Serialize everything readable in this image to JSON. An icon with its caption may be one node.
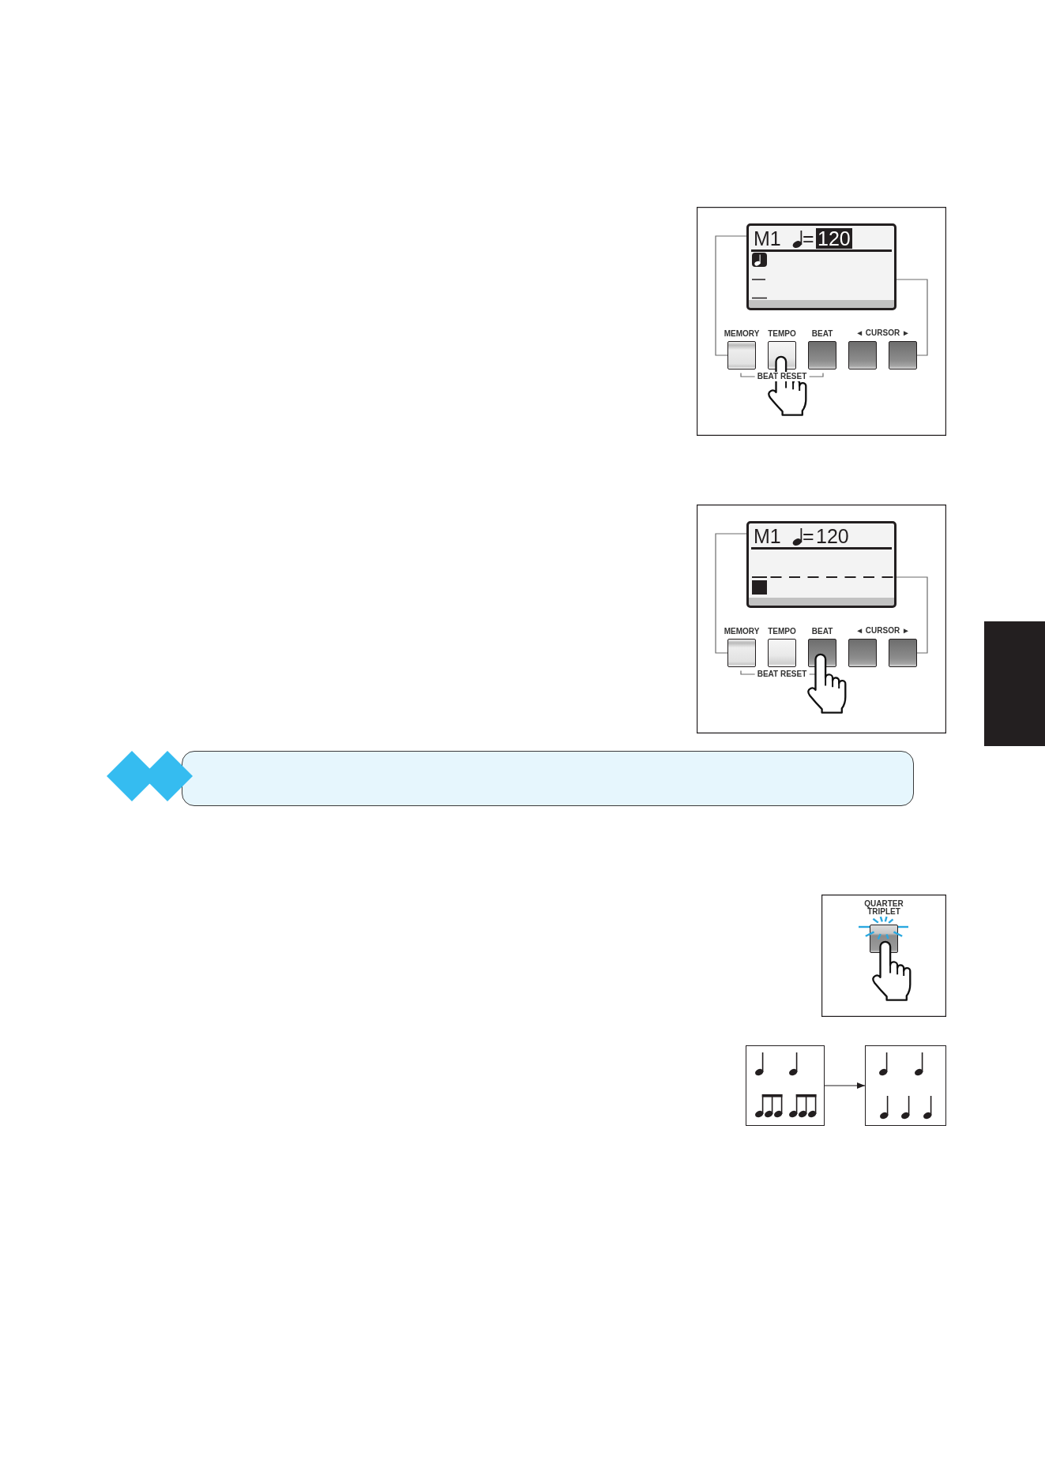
{
  "diagram": {
    "nodes": [
      {
        "text": [],
        "shape": "box"
      },
      {
        "text": [
          "M1",
          "=",
          "120"
        ],
        "in": 0
      },
      {
        "text": [
          "MEMORY"
        ],
        "in": 0
      },
      {
        "text": [
          "TEMPO"
        ],
        "in": 0
      },
      {
        "text": [
          "BEAT"
        ],
        "in": 0
      },
      {
        "text": [],
        "shape": "box",
        "in": 0
      },
      {
        "text": [],
        "shape": "box",
        "in": 0
      },
      {
        "text": [],
        "shape": "box"
      },
      {
        "text": [
          "M1",
          "=",
          "120"
        ],
        "in": 7
      },
      {
        "text": [
          "MEMORY"
        ],
        "in": 7
      },
      {
        "text": [
          "TEMPO"
        ],
        "in": 7
      },
      {
        "text": [
          "BEAT"
        ],
        "in": 7
      },
      {
        "text": [],
        "shape": "box",
        "in": 7
      },
      {
        "text": [],
        "shape": "box",
        "in": 7
      },
      {
        "text": [],
        "shape": "box"
      },
      {
        "text": [],
        "shape": "box"
      },
      {
        "text": [],
        "shape": "box"
      },
      {
        "text": [
          "QUARTER TRIPLET"
        ],
        "in": 16
      },
      {
        "text": [],
        "shape": "box"
      },
      {
        "text": [],
        "shape": "box"
      }
    ],
    "edges": [
      {
        "from": 1,
        "to": 2,
        "arrow": "none"
      },
      {
        "from": 1,
        "to": 6,
        "arrow": "none"
      },
      {
        "from": 8,
        "to": 9,
        "arrow": "none"
      },
      {
        "from": 8,
        "to": 13,
        "arrow": "none"
      },
      {
        "from": 18,
        "to": 19,
        "arrow": "to",
        "color": "#231f20"
      }
    ],
    "labels": [
      "◄ CURSOR ►",
      "BEAT RESET",
      "◄ CURSOR ►",
      "BEAT RESET"
    ]
  }
}
